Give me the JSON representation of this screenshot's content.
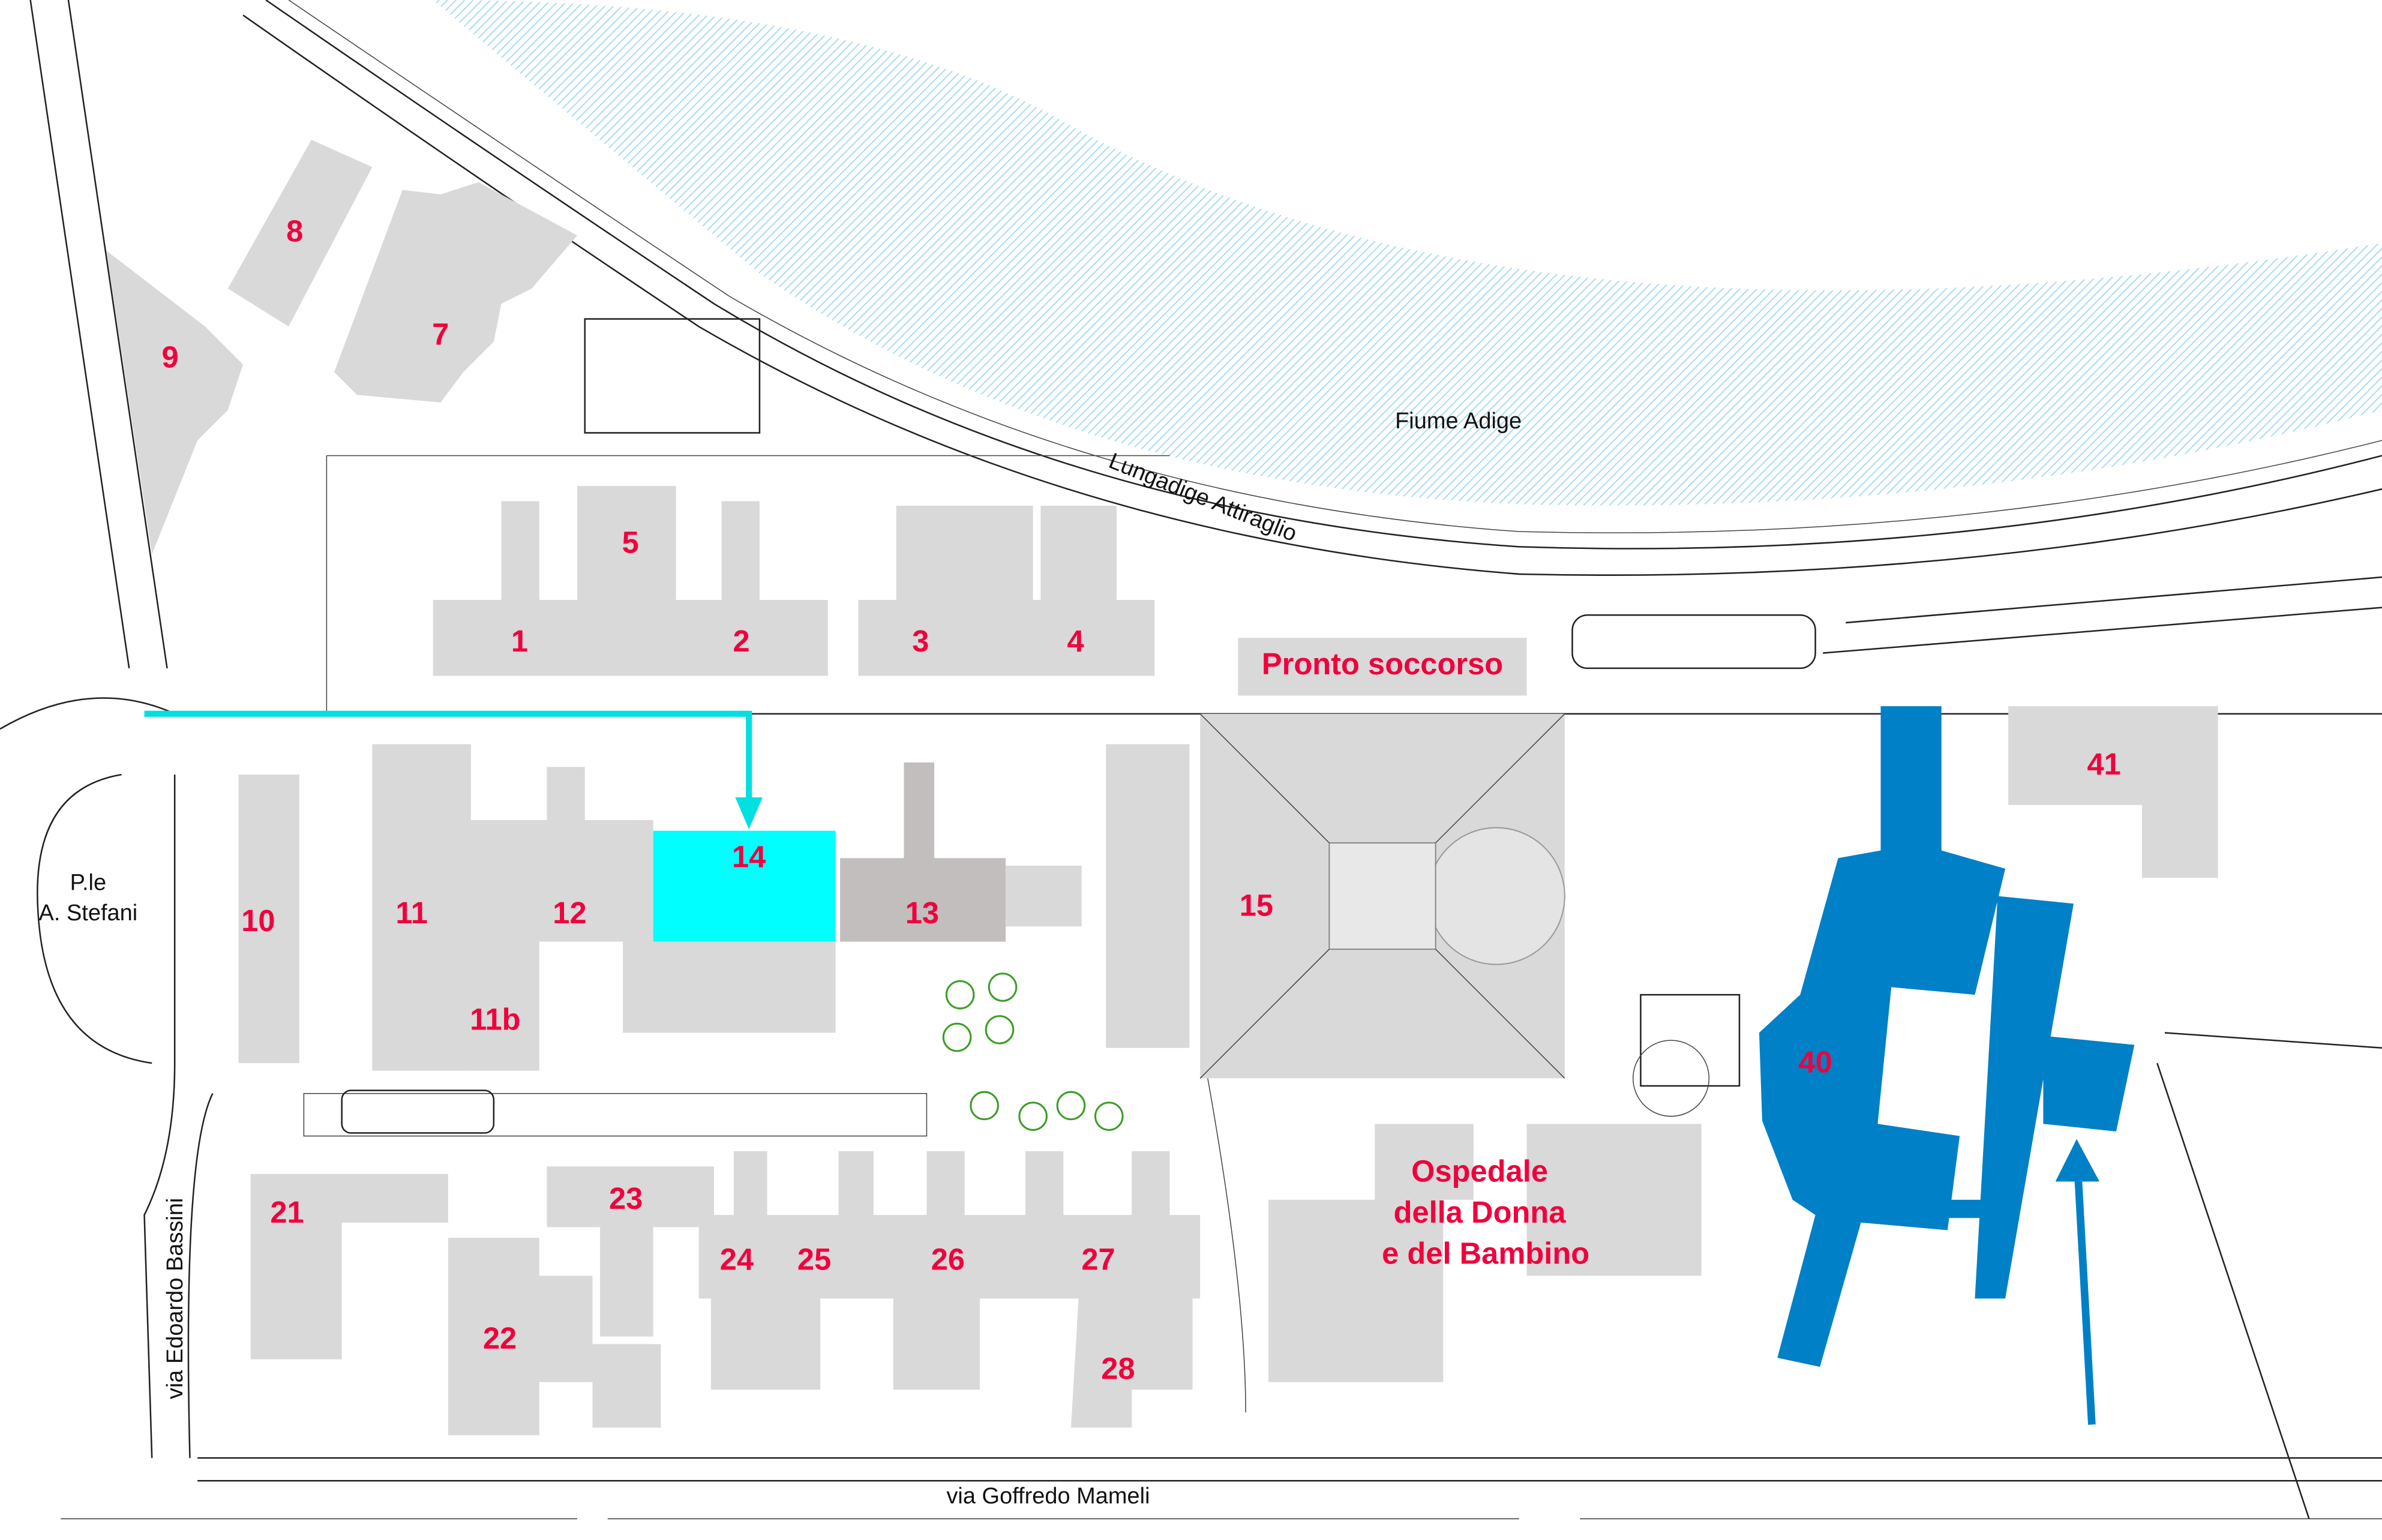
{
  "map": {
    "river_label": "Fiume Adige",
    "streets": {
      "lungadige": "Lungadige Attiraglio",
      "piazzale_line1": "P.le",
      "piazzale_line2": "A. Stefani",
      "bassini": "via Edoardo Bassini",
      "mameli": "via Goffredo Mameli"
    },
    "buildings": {
      "b1": "1",
      "b2": "2",
      "b3": "3",
      "b4": "4",
      "b5": "5",
      "b7": "7",
      "b8": "8",
      "b9": "9",
      "b10": "10",
      "b11": "11",
      "b11b": "11b",
      "b12": "12",
      "b13": "13",
      "b14": "14",
      "b15": "15",
      "b21": "21",
      "b22": "22",
      "b23": "23",
      "b24": "24",
      "b25": "25",
      "b26": "26",
      "b27": "27",
      "b28": "28",
      "b40": "40",
      "b41": "41",
      "pronto": "Pronto soccorso",
      "donna1": "Ospedale",
      "donna2": "della Donna",
      "donna3": "e del Bambino"
    },
    "colors": {
      "label": "#f0003c",
      "highlight_14": "#00ffff",
      "route_14": "#00e0e0",
      "highlight_40": "#0080c6",
      "building": "#d9d9d9",
      "river": "#bfe6f5"
    }
  }
}
